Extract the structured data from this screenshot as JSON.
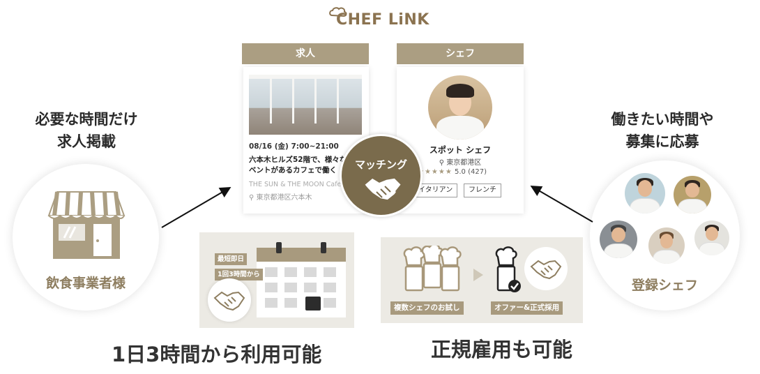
{
  "brand": {
    "logo_text": "CHEF LiNK"
  },
  "left": {
    "caption_line1": "必要な時間だけ",
    "caption_line2": "求人掲載",
    "circle_label": "飲食事業者様"
  },
  "right": {
    "caption_line1": "働きたい時間や",
    "caption_line2": "募集に応募",
    "circle_label": "登録シェフ"
  },
  "job_card": {
    "tab_label": "求人",
    "date": "08/16 (金) 7:00~21:00",
    "title_line1": "六本木ヒルズ52階で、様々なイ",
    "title_line2": "ベントがあるカフェで働く",
    "shop_name": "THE SUN & THE MOON Cafe",
    "area": "東京都港区六本木"
  },
  "chef_card": {
    "tab_label": "シェフ",
    "name": "スポット シェフ",
    "area": "東京都港区",
    "stars": "★★★★★",
    "rating": "5.0 (427)",
    "tags": [
      "イタリアン",
      "フレンチ"
    ]
  },
  "matching": {
    "label": "マッチング"
  },
  "panel_left": {
    "badge_shortest": "最短即日",
    "badge_3h": "1回3時間から"
  },
  "panel_right": {
    "badge_multi": "複数シェフのお試し",
    "badge_offer": "オファー&正式採用"
  },
  "captions": {
    "left": "1日3時間から利用可能",
    "right": "正規雇用も可能"
  },
  "colors": {
    "accent_gold": "#a8987a",
    "accent_dark": "#7a6b4c",
    "panel_bg": "#eceae4"
  }
}
